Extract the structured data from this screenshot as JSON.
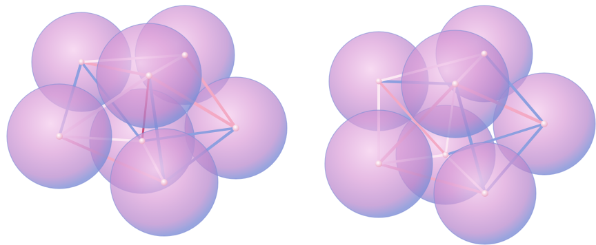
{
  "colors": {
    "background": "#ffffff",
    "sphere_core": "#f2c6ec",
    "sphere_mid": "#c58ad0",
    "sphere_rim": "#7f8ed6",
    "rod_pink": "#f3a9c4",
    "rod_blue": "#8d9fdf",
    "rod_white": "#fbe8f3",
    "node": "#f7d4e4"
  },
  "clusters": [
    {
      "name": "left-sphere-cluster",
      "sphere_count": 7
    },
    {
      "name": "right-sphere-cluster",
      "sphere_count": 7
    }
  ]
}
